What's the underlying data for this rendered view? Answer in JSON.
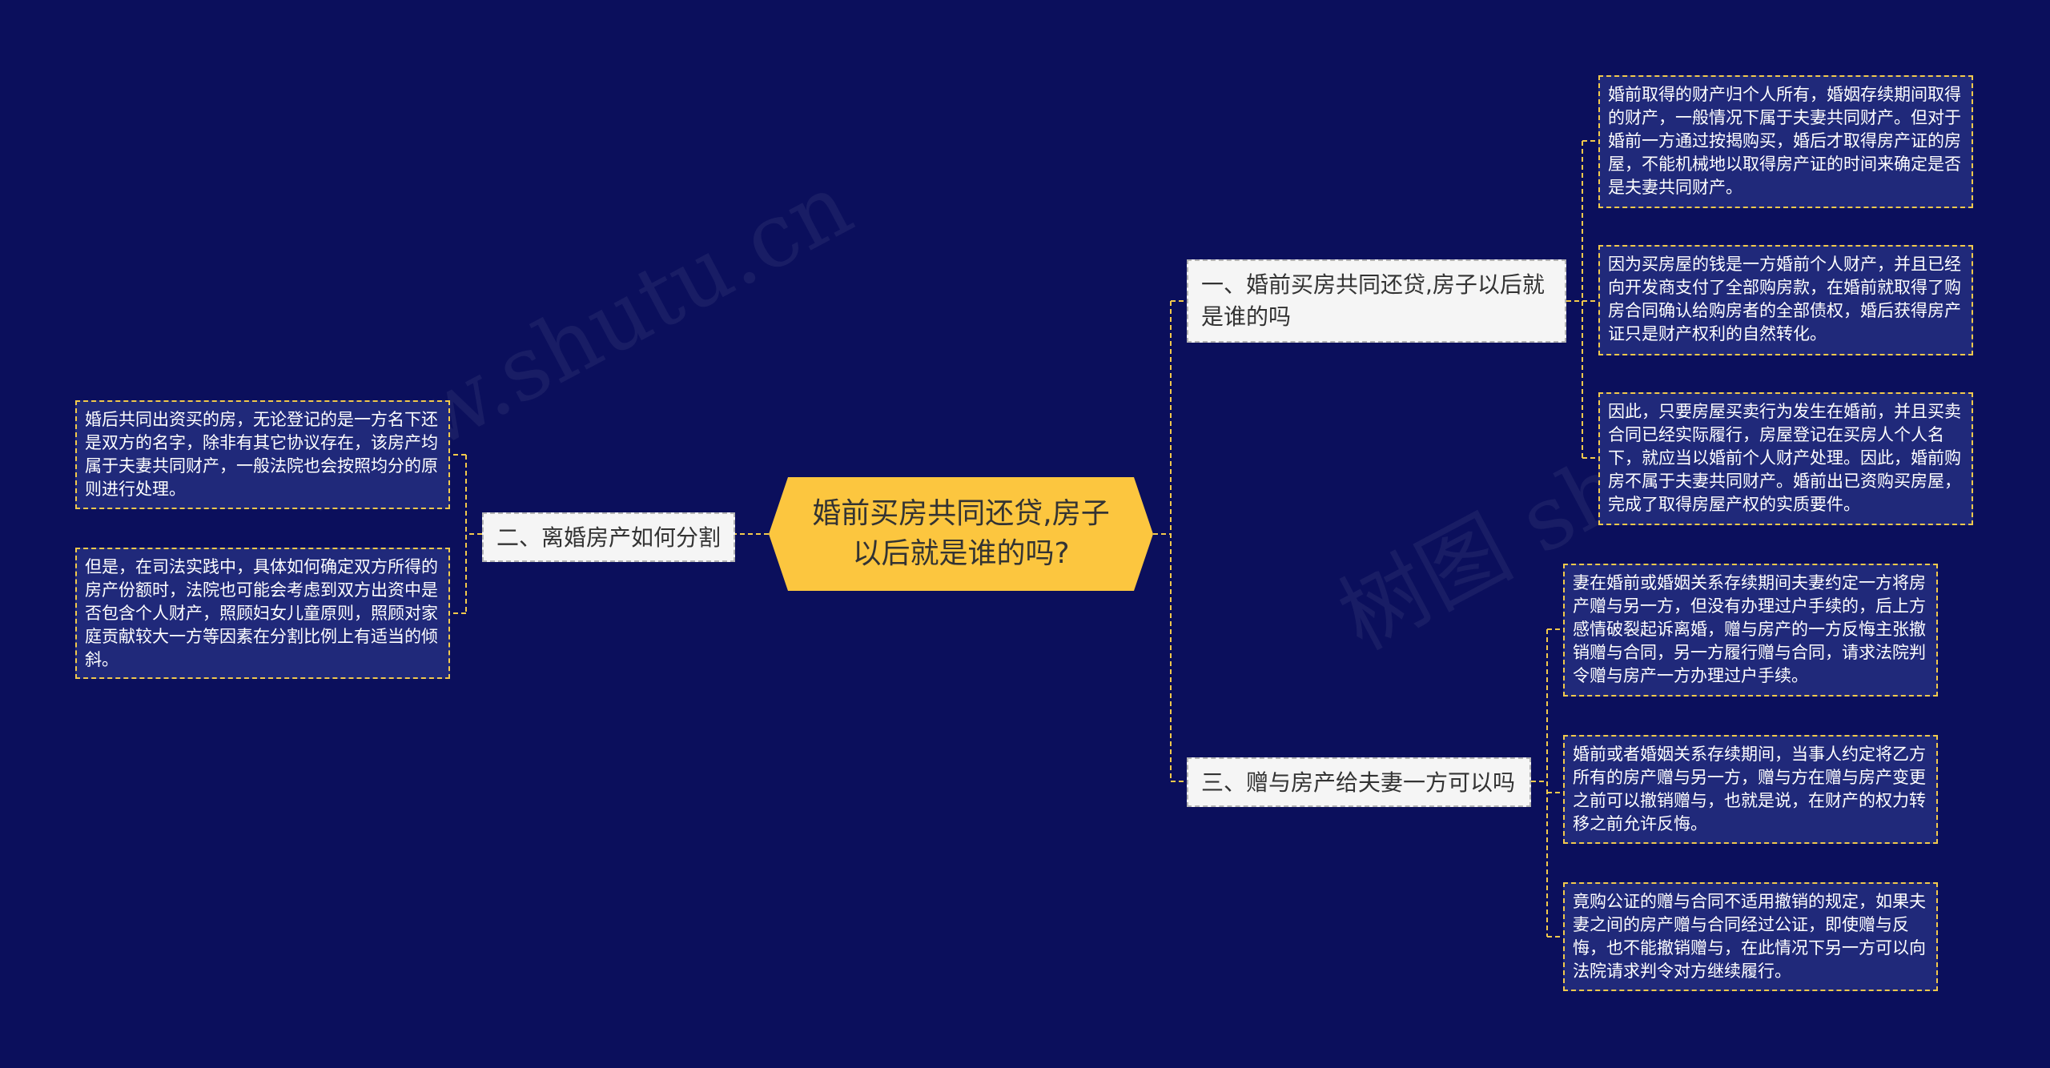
{
  "colors": {
    "background": "#0b0f5c",
    "root_fill": "#fcc63f",
    "branch_fill": "#f5f5f5",
    "leaf_fill": "#20297a",
    "connector": "#f2c94c"
  },
  "watermarks": [
    "www.shutu.cn",
    "树图 shutu"
  ],
  "root": {
    "text": "婚前买房共同还贷,房子以后就是谁的吗?"
  },
  "branches": [
    {
      "label": "一、婚前买房共同还贷,房子以后就是谁的吗",
      "leaves": [
        "婚前取得的财产归个人所有，婚姻存续期间取得的财产，一般情况下属于夫妻共同财产。但对于婚前一方通过按揭购买，婚后才取得房产证的房屋，不能机械地以取得房产证的时间来确定是否是夫妻共同财产。",
        "因为买房屋的钱是一方婚前个人财产，并且已经向开发商支付了全部购房款，在婚前就取得了购房合同确认给购房者的全部债权，婚后获得房产证只是财产权利的自然转化。",
        "因此，只要房屋买卖行为发生在婚前，并且买卖合同已经实际履行，房屋登记在买房人个人名下，就应当以婚前个人财产处理。因此，婚前购房不属于夫妻共同财产。婚前出已资购买房屋，完成了取得房屋产权的实质要件。"
      ]
    },
    {
      "label": "二、离婚房产如何分割",
      "leaves": [
        "婚后共同出资买的房，无论登记的是一方名下还是双方的名字，除非有其它协议存在，该房产均属于夫妻共同财产，一般法院也会按照均分的原则进行处理。",
        "但是，在司法实践中，具体如何确定双方所得的房产份额时，法院也可能会考虑到双方出资中是否包含个人财产，照顾妇女儿童原则，照顾对家庭贡献较大一方等因素在分割比例上有适当的倾斜。"
      ]
    },
    {
      "label": "三、赠与房产给夫妻一方可以吗",
      "leaves": [
        "妻在婚前或婚姻关系存续期间夫妻约定一方将房产赠与另一方，但没有办理过户手续的，后上方感情破裂起诉离婚，赠与房产的一方反悔主张撤销赠与合同，另一方履行赠与合同，请求法院判令赠与房产一方办理过户手续。",
        "婚前或者婚姻关系存续期间，当事人约定将乙方所有的房产赠与另一方，赠与方在赠与房产变更之前可以撤销赠与，也就是说，在财产的权力转移之前允许反悔。",
        "竟购公证的赠与合同不适用撤销的规定，如果夫妻之间的房产赠与合同经过公证，即使赠与反悔，也不能撤销赠与，在此情况下另一方可以向法院请求判令对方继续履行。"
      ]
    }
  ]
}
